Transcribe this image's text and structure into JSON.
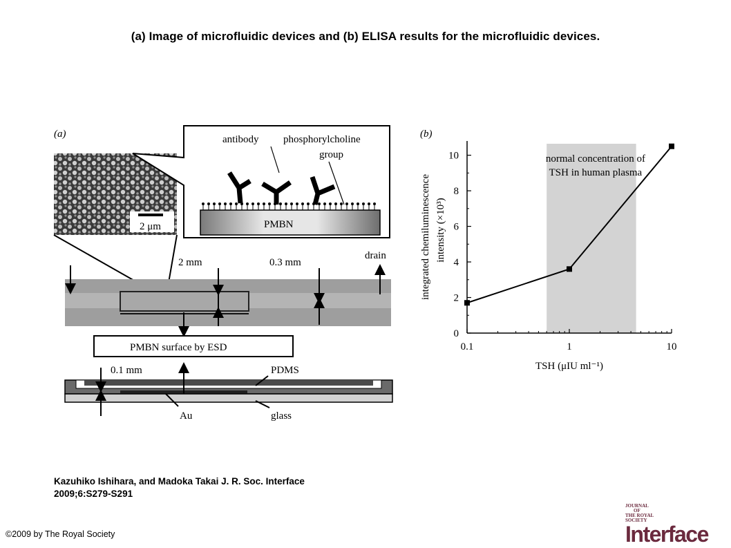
{
  "title": "(a) Image of microfluidic devices and (b) ELISA results for the microfluidic devices.",
  "citation": {
    "line1": "Kazuhiko Ishihara, and Madoka Takai J. R. Soc. Interface",
    "line2": "2009;6:S279-S291"
  },
  "copyright": "©2009 by The Royal Society",
  "logo": {
    "top": "JOURNAL",
    "of": "OF",
    "society1": "THE ROYAL",
    "society2": "SOCIETY",
    "main": "Interface",
    "color": "#6b2a3e"
  },
  "panel_a": {
    "label": "(a)",
    "scale_bar": "2 μm",
    "antibody": "antibody",
    "pc_group_1": "phosphorylcholine",
    "pc_group_2": "group",
    "pmbn": "PMBN",
    "dim_2mm": "2 mm",
    "dim_03mm": "0.3 mm",
    "drain": "drain",
    "surface_label": "PMBN surface by ESD",
    "dim_01mm": "0.1 mm",
    "pdms": "PDMS",
    "au": "Au",
    "glass": "glass"
  },
  "panel_b": {
    "label": "(b)"
  },
  "chart_data": {
    "type": "line",
    "x_scale": "log",
    "x": [
      0.1,
      1,
      10
    ],
    "xticks": [
      "0.1",
      "1",
      "10"
    ],
    "yticks": [
      "0",
      "2",
      "4",
      "6",
      "8",
      "10"
    ],
    "ylim": [
      0,
      10.8
    ],
    "xlim": [
      0.1,
      10
    ],
    "series": [
      {
        "values": [
          1.7,
          3.6,
          10.5
        ]
      }
    ],
    "xlabel": "TSH (μIU ml⁻¹)",
    "ylabel_1": "integrated chemiluminescence",
    "ylabel_2": "intensity (×10³)",
    "shaded_region": {
      "from": 0.6,
      "to": 4.5,
      "label_1": "normal concentration of",
      "label_2": "TSH in human plasma"
    },
    "grid": false
  }
}
